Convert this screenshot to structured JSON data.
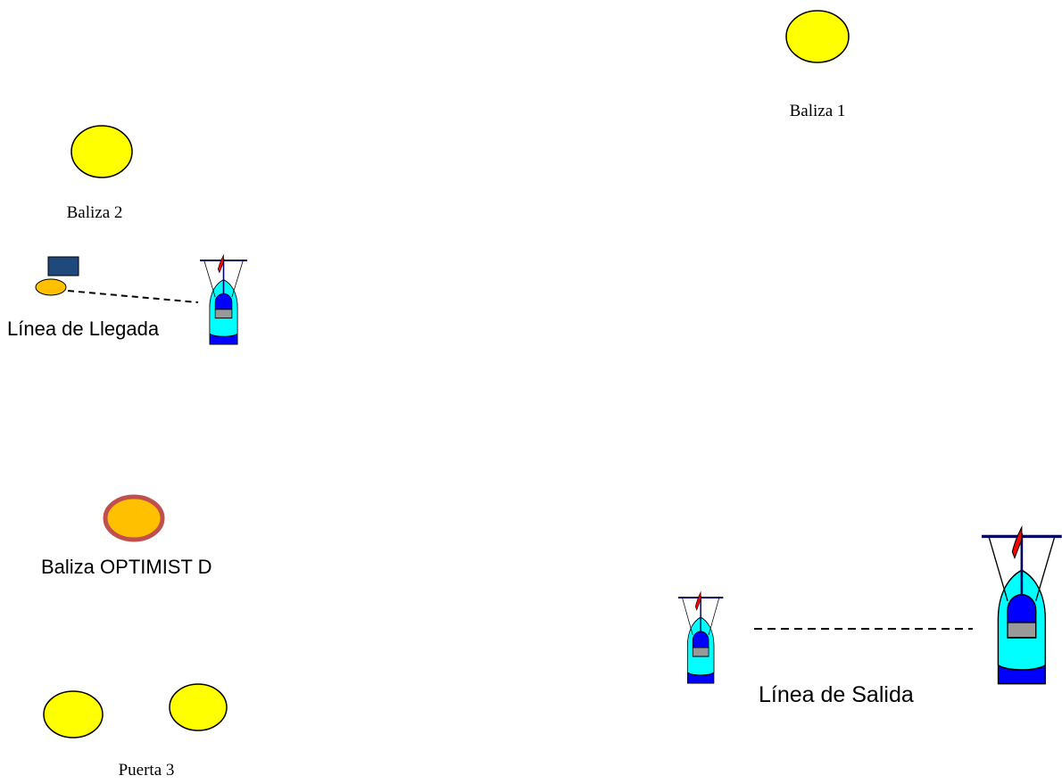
{
  "colors": {
    "mark_fill": "#ffff00",
    "mark_stroke": "#000000",
    "optimist_fill": "#ffc000",
    "optimist_stroke": "#c0504d",
    "finish_buoy_fill": "#ffc000",
    "finish_flag_fill": "#1f497d",
    "boat_hull_dark": "#0000ff",
    "boat_hull_light": "#00ffff",
    "boat_cabin": "#999999",
    "boat_flag": "#ff0000",
    "mast": "#000066"
  },
  "marks": {
    "baliza1": {
      "label": "Baliza 1"
    },
    "baliza2": {
      "label": "Baliza 2"
    },
    "optimist": {
      "label": "Baliza OPTIMIST D"
    },
    "puerta3": {
      "label": "Puerta 3"
    }
  },
  "lines": {
    "llegada": {
      "label": "Línea de Llegada"
    },
    "salida": {
      "label": "Línea de Salida"
    }
  }
}
